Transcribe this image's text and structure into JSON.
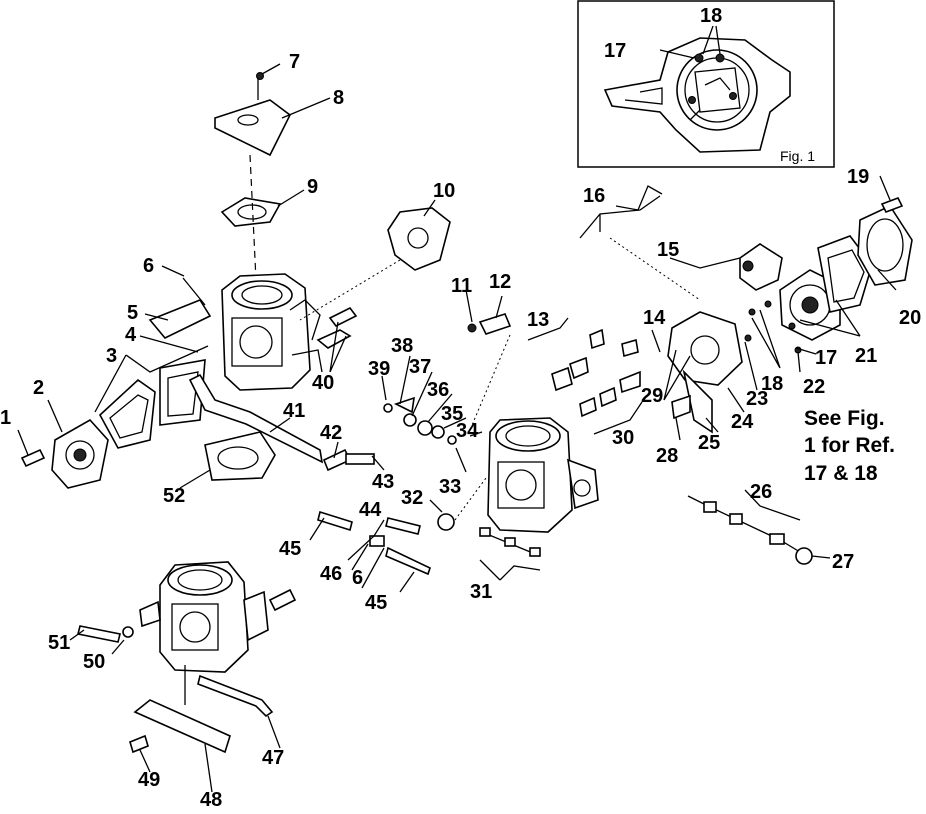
{
  "callouts": {
    "c1": "1",
    "c2": "2",
    "c3": "3",
    "c4": "4",
    "c5": "5",
    "c6": "6",
    "c6b": "6",
    "c7": "7",
    "c8": "8",
    "c9": "9",
    "c10": "10",
    "c11": "11",
    "c12": "12",
    "c13": "13",
    "c14": "14",
    "c15": "15",
    "c16": "16",
    "c17": "17",
    "c17b": "17",
    "c18": "18",
    "c18b": "18",
    "c19": "19",
    "c20": "20",
    "c21": "21",
    "c22": "22",
    "c23": "23",
    "c24": "24",
    "c25": "25",
    "c26": "26",
    "c27": "27",
    "c28": "28",
    "c29": "29",
    "c30": "30",
    "c31": "31",
    "c32": "32",
    "c33": "33",
    "c34": "34",
    "c35": "35",
    "c36": "36",
    "c37": "37",
    "c38": "38",
    "c39": "39",
    "c40": "40",
    "c41": "41",
    "c42": "42",
    "c43": "43",
    "c44": "44",
    "c45": "45",
    "c45b": "45",
    "c46": "46",
    "c47": "47",
    "c48": "48",
    "c49": "49",
    "c50": "50",
    "c51": "51",
    "c52": "52"
  },
  "note": {
    "line1": "See Fig.",
    "line2": "1 for Ref.",
    "line3": "17 & 18"
  },
  "inset": {
    "label": "Fig. 1",
    "c17": "17",
    "c18": "18"
  }
}
